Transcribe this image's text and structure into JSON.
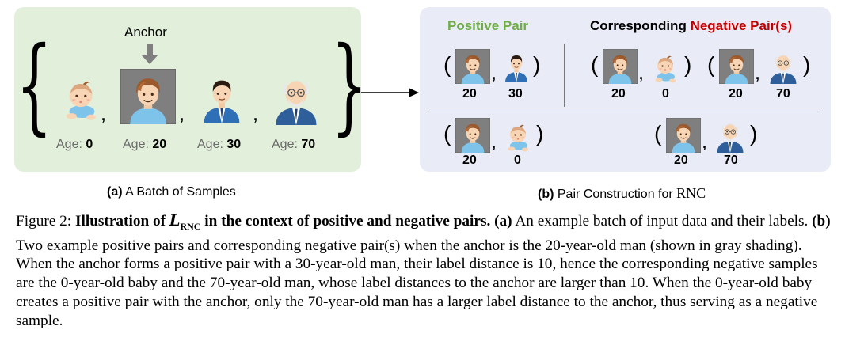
{
  "panel_a": {
    "anchor_label": "Anchor",
    "age_prefix": "Age: ",
    "ages": [
      "0",
      "20",
      "30",
      "70"
    ],
    "caption_bold": "(a)",
    "caption_text": " A Batch of Samples"
  },
  "panel_b": {
    "positive_header": "Positive Pair",
    "corresponding_header": "Corresponding ",
    "negative_header": "Negative Pair(s)",
    "row1": {
      "positive_labels": [
        "20",
        "30"
      ],
      "negative_pair1_labels": [
        "20",
        "0"
      ],
      "negative_pair2_labels": [
        "20",
        "70"
      ]
    },
    "row2": {
      "positive_labels": [
        "20",
        "0"
      ],
      "negative_pair1_labels": [
        "20",
        "70"
      ]
    },
    "caption_bold": "(b)",
    "caption_text": " Pair Construction for ",
    "caption_rnc": "RNC"
  },
  "colors": {
    "panel_a_bg": "#e2efda",
    "panel_b_bg": "#e9ecf6",
    "positive_green": "#70ad47",
    "negative_red": "#c00000",
    "anchor_gray": "#7f7f7f"
  },
  "figure_caption": {
    "figure_label": "Figure 2: ",
    "title_part1": "Illustration of ",
    "loss_symbol": "L",
    "loss_subscript": "RNC",
    "title_part2": " in the context of positive and negative pairs.",
    "a_marker": "(a)",
    "a_text": " An example batch of input data and their labels. ",
    "b_marker": "(b)",
    "b_text": " Two example positive pairs and corresponding negative pair(s) when the anchor is the 20-year-old man (shown in gray shading). When the anchor forms a positive pair with a 30-year-old man, their label distance is 10, hence the corresponding negative samples are the 0-year-old baby and the 70-year-old man, whose label distances to the anchor are larger than 10. When the 0-year-old baby creates a positive pair with the anchor, only the 70-year-old man has a larger label distance to the anchor, thus serving as a negative sample."
  }
}
